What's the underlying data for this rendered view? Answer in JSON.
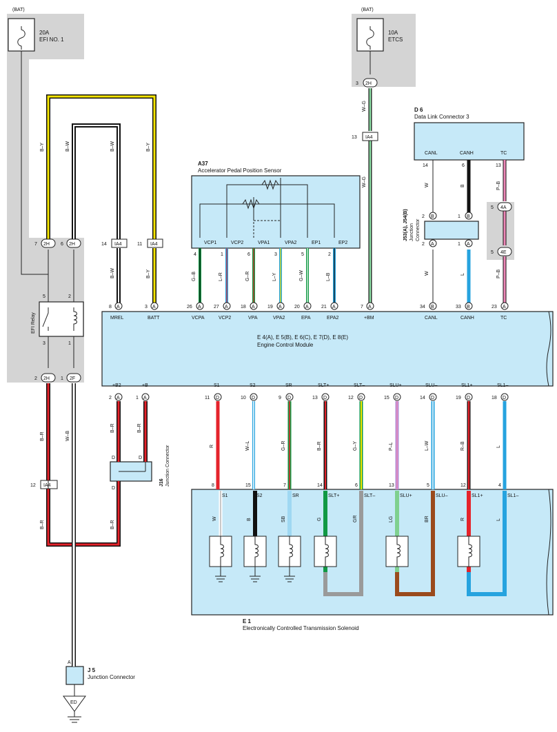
{
  "bat_labels": [
    "(BAT)",
    "(BAT)"
  ],
  "fuses": {
    "efi_rating": "20A",
    "efi_name": "EFI NO. 1",
    "etcs_rating": "10A",
    "etcs_name": "ETCS"
  },
  "relay": {
    "name": "EFI Relay",
    "pins": [
      "5",
      "2",
      "3",
      "1"
    ]
  },
  "connectors": {
    "pin7": "7",
    "pin6": "6",
    "pin2": "2",
    "pin1": "1",
    "pin3": "3",
    "pin13": "13",
    "pin14": "14",
    "pin11": "11",
    "pin12": "12",
    "label_2h": "2H",
    "label_2f": "2F",
    "label_ia4": "IA4",
    "label_4a": "4A",
    "label_4e": "4E",
    "pin5": "5"
  },
  "wires": {
    "by": "B–Y",
    "bw": "B–W",
    "wg": "W–G",
    "br": "B–R",
    "wb": "W–B",
    "w": "W",
    "b": "B",
    "pb": "P–B",
    "l": "L",
    "gb": "G–B",
    "lr": "L–R",
    "gr": "G–R",
    "ly": "L–Y",
    "gw": "G–W",
    "lb": "L–B",
    "r": "R",
    "wl": "W–L",
    "gy": "G–Y",
    "pl": "P–L",
    "lw": "L–W",
    "rb": "R–B",
    "sb": "SB",
    "g": "G",
    "gr2": "GR",
    "lg": "LG",
    "brn": "BR"
  },
  "a37": {
    "code": "A37",
    "name": "Accelerator Pedal Position Sensor",
    "terms": [
      "VCP1",
      "VCP2",
      "VPA1",
      "VPA2",
      "EP1",
      "EP2"
    ],
    "pins": [
      "4",
      "1",
      "6",
      "3",
      "5",
      "2"
    ]
  },
  "dlc": {
    "code": "D 6",
    "name": "Data Link Connector 3",
    "terms": [
      "CANL",
      "CANH",
      "TC"
    ],
    "pins": [
      "14",
      "6",
      "13"
    ]
  },
  "junction53": {
    "code": "J53(A), J54(B)",
    "name1": "Junction",
    "name2": "Connector",
    "pins_top": [
      "2",
      "1"
    ],
    "pins_bot": [
      "2",
      "1"
    ],
    "letters": [
      "B",
      "B",
      "A",
      "A"
    ]
  },
  "ecm": {
    "code": "E 4(A), E 5(B), E 6(C), E 7(D), E 8(E)",
    "name": "Engine Control Module",
    "top_pins": [
      "8",
      "3",
      "26",
      "27",
      "18",
      "19",
      "20",
      "21",
      "7",
      "34",
      "33",
      "23"
    ],
    "top_letters": [
      "A",
      "A",
      "A",
      "A",
      "A",
      "A",
      "A",
      "A",
      "A",
      "B",
      "B",
      "A"
    ],
    "top_terms": [
      "MREL",
      "BATT",
      "VCPA",
      "VCP2",
      "VPA",
      "VPA2",
      "EPA",
      "EPA2",
      "+BM",
      "CANL",
      "CANH",
      "TC"
    ],
    "bot_terms": [
      "+B2",
      "+B",
      "S1",
      "S2",
      "SR",
      "SLT+",
      "SLT–",
      "SLU+",
      "SLU–",
      "SL1+",
      "SL1–"
    ],
    "bot_pins": [
      "2",
      "1",
      "11",
      "10",
      "9",
      "13",
      "12",
      "15",
      "14",
      "19",
      "18"
    ],
    "bot_letters": [
      "A",
      "A",
      "D",
      "D",
      "D",
      "D",
      "D",
      "D",
      "D",
      "D",
      "D"
    ]
  },
  "j16": {
    "code": "J16",
    "name": "Junction Connector",
    "letter": "D"
  },
  "e1": {
    "code": "E 1",
    "name": "Electronically Controlled Transmission Solenoid",
    "pins": [
      "8",
      "15",
      "7",
      "14",
      "6",
      "13",
      "5",
      "12",
      "4"
    ],
    "terms": [
      "S1",
      "S2",
      "SR",
      "SLT+",
      "SLT–",
      "SLU+",
      "SLU–",
      "SL1+",
      "SL1–"
    ]
  },
  "j5": {
    "code": "J 5",
    "name": "Junction Connector",
    "letter": "A",
    "ground": "ED"
  },
  "colors": {
    "panel": "#c6e9f8",
    "gray": "#d4d4d4",
    "yellow": "#f5e500",
    "red": "#e5232b",
    "green": "#119944",
    "blue": "#26a3df",
    "pink": "#ee88b8",
    "purple": "#b38ed6",
    "grayw": "#9a9a9a",
    "brown": "#9a4a1c",
    "lgreen": "#7fd08f"
  }
}
